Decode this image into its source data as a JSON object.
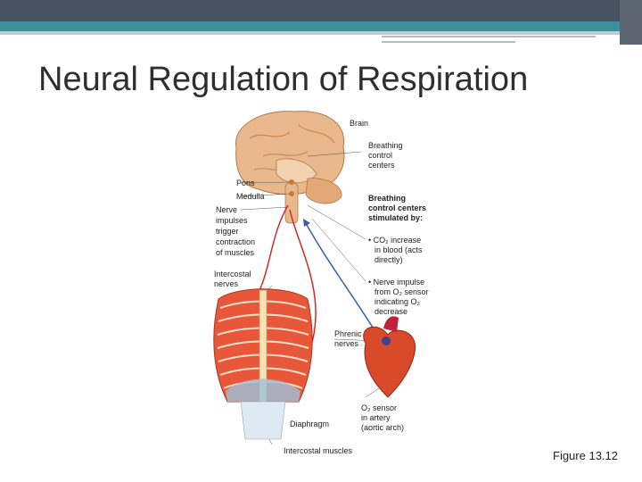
{
  "slide": {
    "title": "Neural Regulation of Respiration",
    "figure_caption": "Figure 13.12"
  },
  "figure": {
    "labels": {
      "brain": "Brain",
      "breathing_centers_1": "Breathing",
      "breathing_centers_2": "control",
      "breathing_centers_3": "centers",
      "pons": "Pons",
      "medulla": "Medulla",
      "nerve_1": "Nerve",
      "nerve_2": "impulses",
      "nerve_3": "trigger",
      "nerve_4": "contraction",
      "nerve_5": "of muscles",
      "stim_1": "Breathing",
      "stim_2": "control centers",
      "stim_3": "stimulated by:",
      "co2_1": "• CO₂ increase",
      "co2_2": "in blood (acts",
      "co2_3": "directly)",
      "o2_1": "• Nerve impulse",
      "o2_2": "from O₂ sensor",
      "o2_3": "indicating O₂",
      "o2_4": "decrease",
      "intercostal_nerves_1": "Intercostal",
      "intercostal_nerves_2": "nerves",
      "phrenic_1": "Phrenic",
      "phrenic_2": "nerves",
      "o2_sensor_1": "O₂ sensor",
      "o2_sensor_2": "in artery",
      "o2_sensor_3": "(aortic arch)",
      "diaphragm": "Diaphragm",
      "intercostal_muscles": "Intercostal muscles"
    }
  },
  "colors": {
    "top_bar": "#4a5160",
    "teal_band": "#3f8f9a",
    "nerve_red": "#d62828",
    "nerve_blue": "#3a5fa8",
    "brain": "#e9b88c",
    "muscle": "#e8573a",
    "heart": "#d94a2b"
  }
}
